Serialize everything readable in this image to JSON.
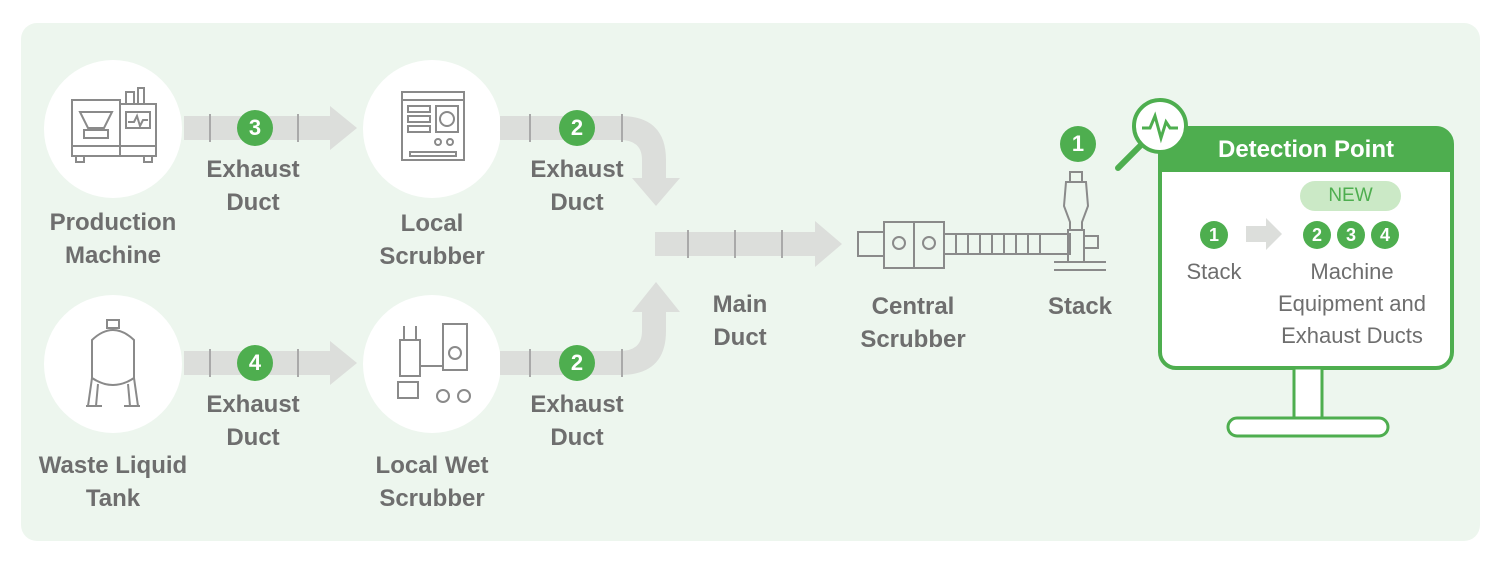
{
  "nodes": {
    "production_machine": [
      "Production",
      "Machine"
    ],
    "waste_tank": [
      "Waste Liquid",
      "Tank"
    ],
    "local_scrubber": [
      "Local",
      "Scrubber"
    ],
    "local_wet_scrubber": [
      "Local Wet",
      "Scrubber"
    ],
    "main_duct": [
      "Main",
      "Duct"
    ],
    "central_scrubber": [
      "Central",
      "Scrubber"
    ],
    "stack": "Stack"
  },
  "ducts": {
    "top_left": {
      "number": "3",
      "label": [
        "Exhaust",
        "Duct"
      ]
    },
    "top_right": {
      "number": "2",
      "label": [
        "Exhaust",
        "Duct"
      ]
    },
    "bottom_left": {
      "number": "4",
      "label": [
        "Exhaust",
        "Duct"
      ]
    },
    "bottom_right": {
      "number": "2",
      "label": [
        "Exhaust",
        "Duct"
      ]
    }
  },
  "stack_number": "1",
  "detection": {
    "title": "Detection Point",
    "badge": "NEW",
    "old_number": "1",
    "old_label": "Stack",
    "new_numbers": [
      "2",
      "3",
      "4"
    ],
    "new_label": [
      "Machine",
      "Equipment and",
      "Exhaust Ducts"
    ]
  },
  "colors": {
    "accent": "#4eae4f",
    "panel": "#edf6ee",
    "arrow": "#dcdedb",
    "icon": "#8a8a8a"
  }
}
